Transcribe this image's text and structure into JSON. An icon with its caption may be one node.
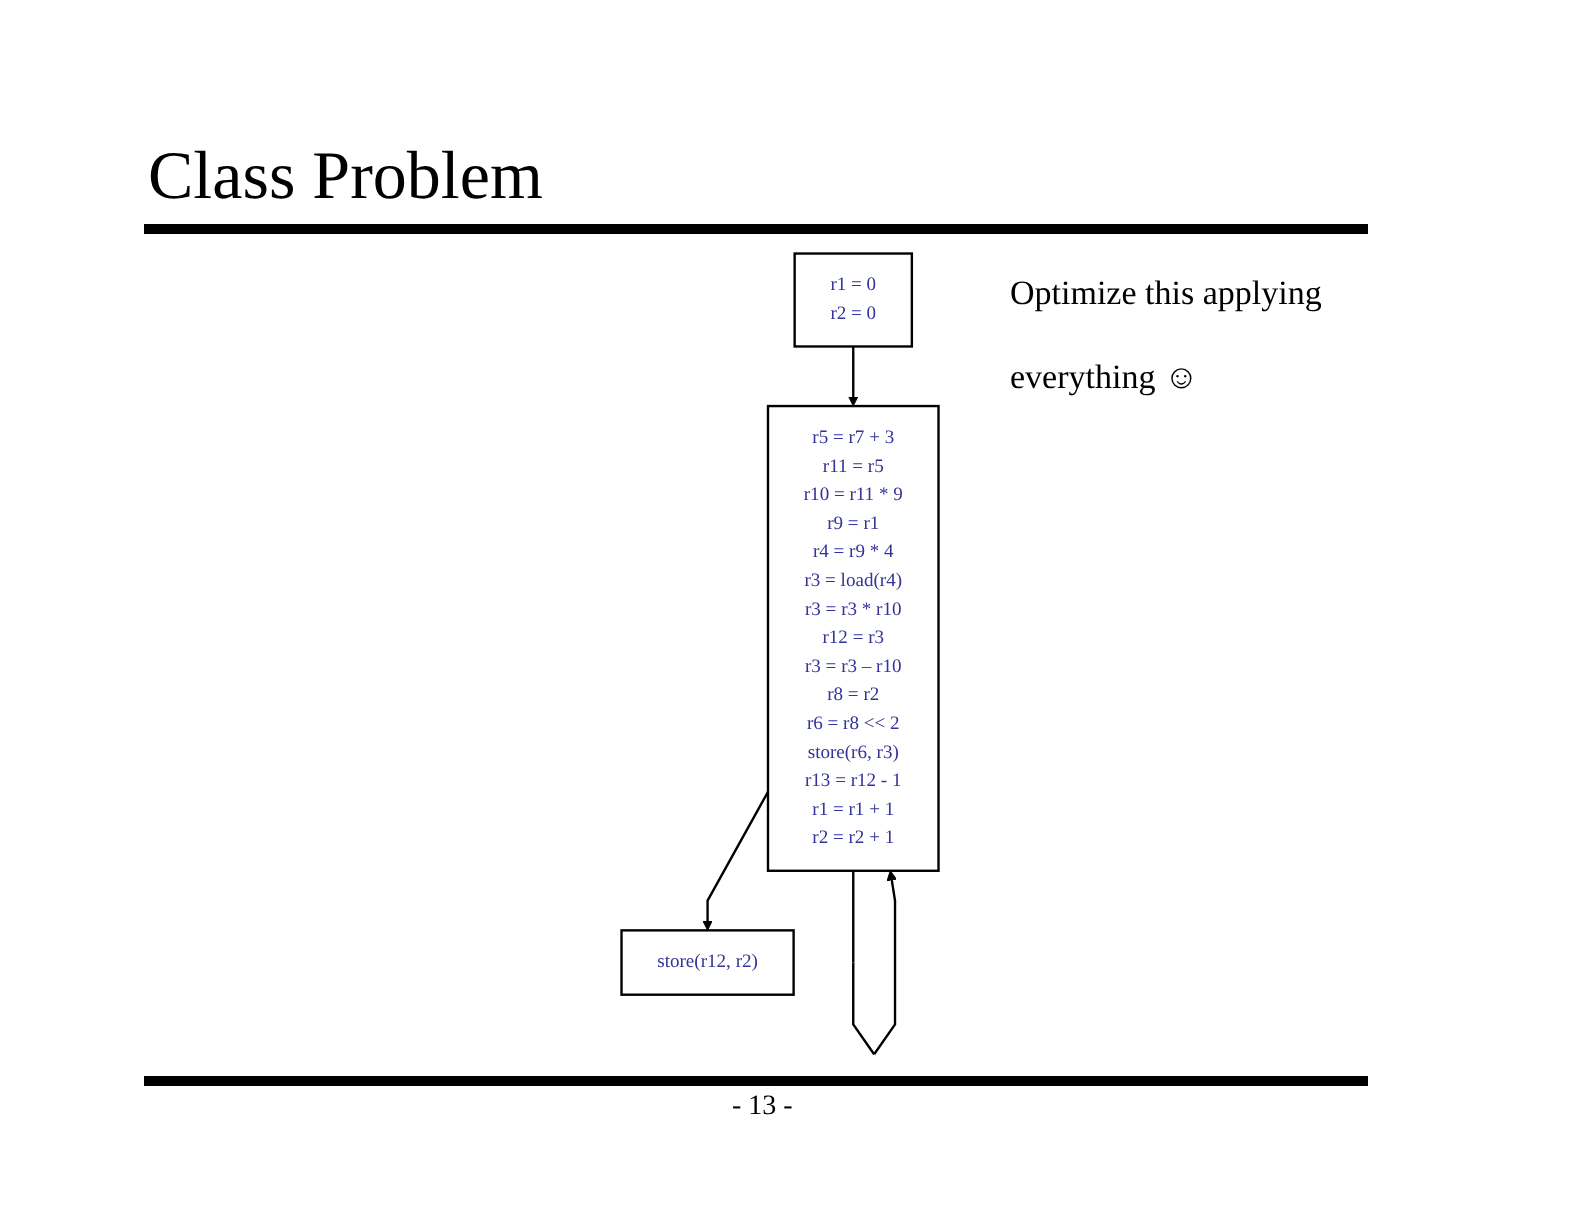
{
  "diagram": {
    "title": "Class Problem",
    "nodes": [
      {
        "text": [
          "r1 = 0",
          "r2 = 0"
        ]
      },
      {
        "text": [
          "r5 = r7 + 3",
          "r11 = r5",
          "r10 = r11 * 9",
          "r9 = r1",
          "r4 = r9 * 4",
          "r3 = load(r4)",
          "r3 = r3 * r10",
          "r12 = r3",
          "r3 = r3 – r10",
          "r8 = r2",
          "r6 = r8 << 2",
          "store(r6, r3)",
          "r13 = r12 - 1",
          "r1 = r1 + 1",
          "r2 = r2 + 1"
        ]
      },
      {
        "text": [
          "store(r12, r2)"
        ]
      }
    ],
    "edges": [
      {
        "from": 0,
        "to": 1,
        "arrow": "to"
      },
      {
        "from": 1,
        "to": 1,
        "arrow": "to"
      },
      {
        "from": 1,
        "to": 2,
        "arrow": "to"
      }
    ],
    "labels": [
      "Optimize this applying everything ☺",
      "- 13 -"
    ]
  }
}
